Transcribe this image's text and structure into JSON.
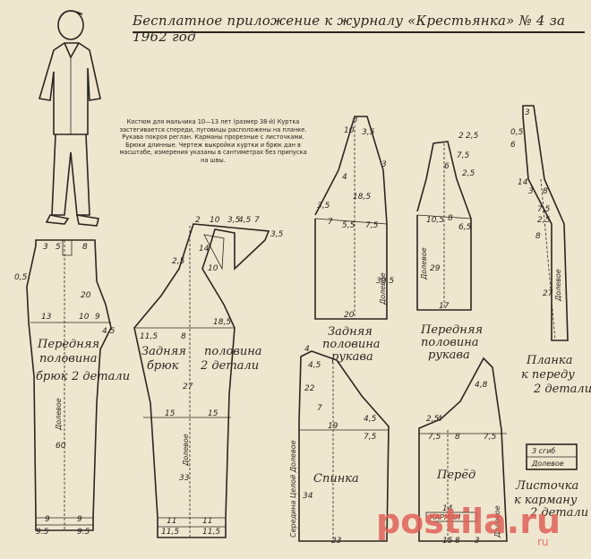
{
  "header": {
    "title": "Бесплатное приложение к журналу «Крестьянка» № 4 за 1962 год"
  },
  "description": "Костюм для мальчика 10—13 лет (размер 38-й) Куртка застегивается спереди, пуговицы расположены на планке. Рукава покроя реглан. Карманы прорезные с листочками. Брюки длинные. Чертеж выкройки куртки и брюк дан в масштабе, измерения указаны в сантиметрах без припуска на швы.",
  "pieces": {
    "front_trousers": {
      "line1": "Передняя",
      "line2": "половина",
      "line3": "брюк",
      "line4": "2 детали"
    },
    "back_trousers": {
      "line1": "Задняя",
      "line2": "половина",
      "line3": "брюк",
      "line4": "2 детали"
    },
    "back_sleeve": {
      "line1": "Задняя",
      "line2": "половина",
      "line3": "рукава"
    },
    "front_sleeve": {
      "line1": "Передняя",
      "line2": "половина",
      "line3": "рукава"
    },
    "placket": {
      "line1": "Планка",
      "line2": "к переду",
      "line3": "2 детали"
    },
    "back": {
      "label": "Спинка",
      "side_label": "Середина Целой Долевое"
    },
    "front": {
      "label": "Перёд",
      "pocket": "КАРМАН"
    },
    "pocket_flap": {
      "line1": "Листочка",
      "line2": "к карману",
      "line3": "2 детали",
      "box1": "3 сгиб",
      "box2": "Долевое"
    }
  },
  "grain_label": "Долевое",
  "watermark": {
    "main": "postila.ru",
    "small": "ru"
  }
}
